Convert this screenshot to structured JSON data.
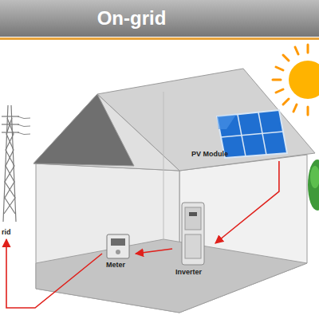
{
  "diagram": {
    "title": "On-grid",
    "nodes": [
      {
        "text": [
          "PV Module"
        ]
      },
      {
        "text": [
          "Inverter"
        ]
      },
      {
        "text": [
          "Meter"
        ]
      },
      {
        "text": [
          "rid"
        ]
      }
    ],
    "edges": [
      {
        "from": 0,
        "to": 1,
        "arrow": "to"
      },
      {
        "from": 1,
        "to": 2,
        "arrow": "to"
      },
      {
        "from": 2,
        "to": 3,
        "arrow": "to"
      }
    ]
  }
}
